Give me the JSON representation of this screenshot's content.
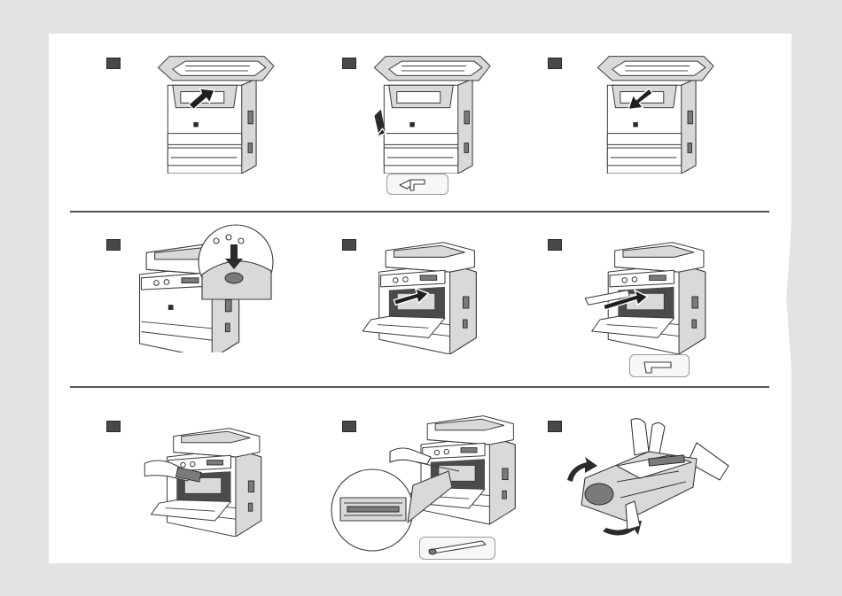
{
  "page": {
    "background": "#e3e3e3",
    "sheet": "#ffffff",
    "rule_color": "#555555",
    "marker_color": "#484848"
  },
  "steps": [
    {
      "row": 1,
      "col": 1,
      "illustration": "lift-scanner-open-toner-cover",
      "icon": "up-arrow-icon"
    },
    {
      "row": 1,
      "col": 2,
      "illustration": "use-tool-inside-top",
      "tool": "small-hook-tool-icon"
    },
    {
      "row": 1,
      "col": 3,
      "illustration": "lower-into-top",
      "icon": "down-arrow-icon"
    },
    {
      "row": 2,
      "col": 1,
      "illustration": "press-front-cover-button",
      "icon": "down-arrow-icon"
    },
    {
      "row": 2,
      "col": 2,
      "illustration": "open-front-cover",
      "icon": "left-arrow-icon"
    },
    {
      "row": 2,
      "col": 3,
      "illustration": "pull-out-with-tool",
      "tool": "long-handle-tool-icon"
    },
    {
      "row": 3,
      "col": 1,
      "illustration": "remove-toner-cartridge"
    },
    {
      "row": 3,
      "col": 2,
      "illustration": "clean-transfer-roller",
      "tool": "cleaning-rod-tool-icon"
    },
    {
      "row": 3,
      "col": 3,
      "illustration": "rock-toner-cartridge",
      "icon": "rotate-arrow-icon"
    }
  ]
}
